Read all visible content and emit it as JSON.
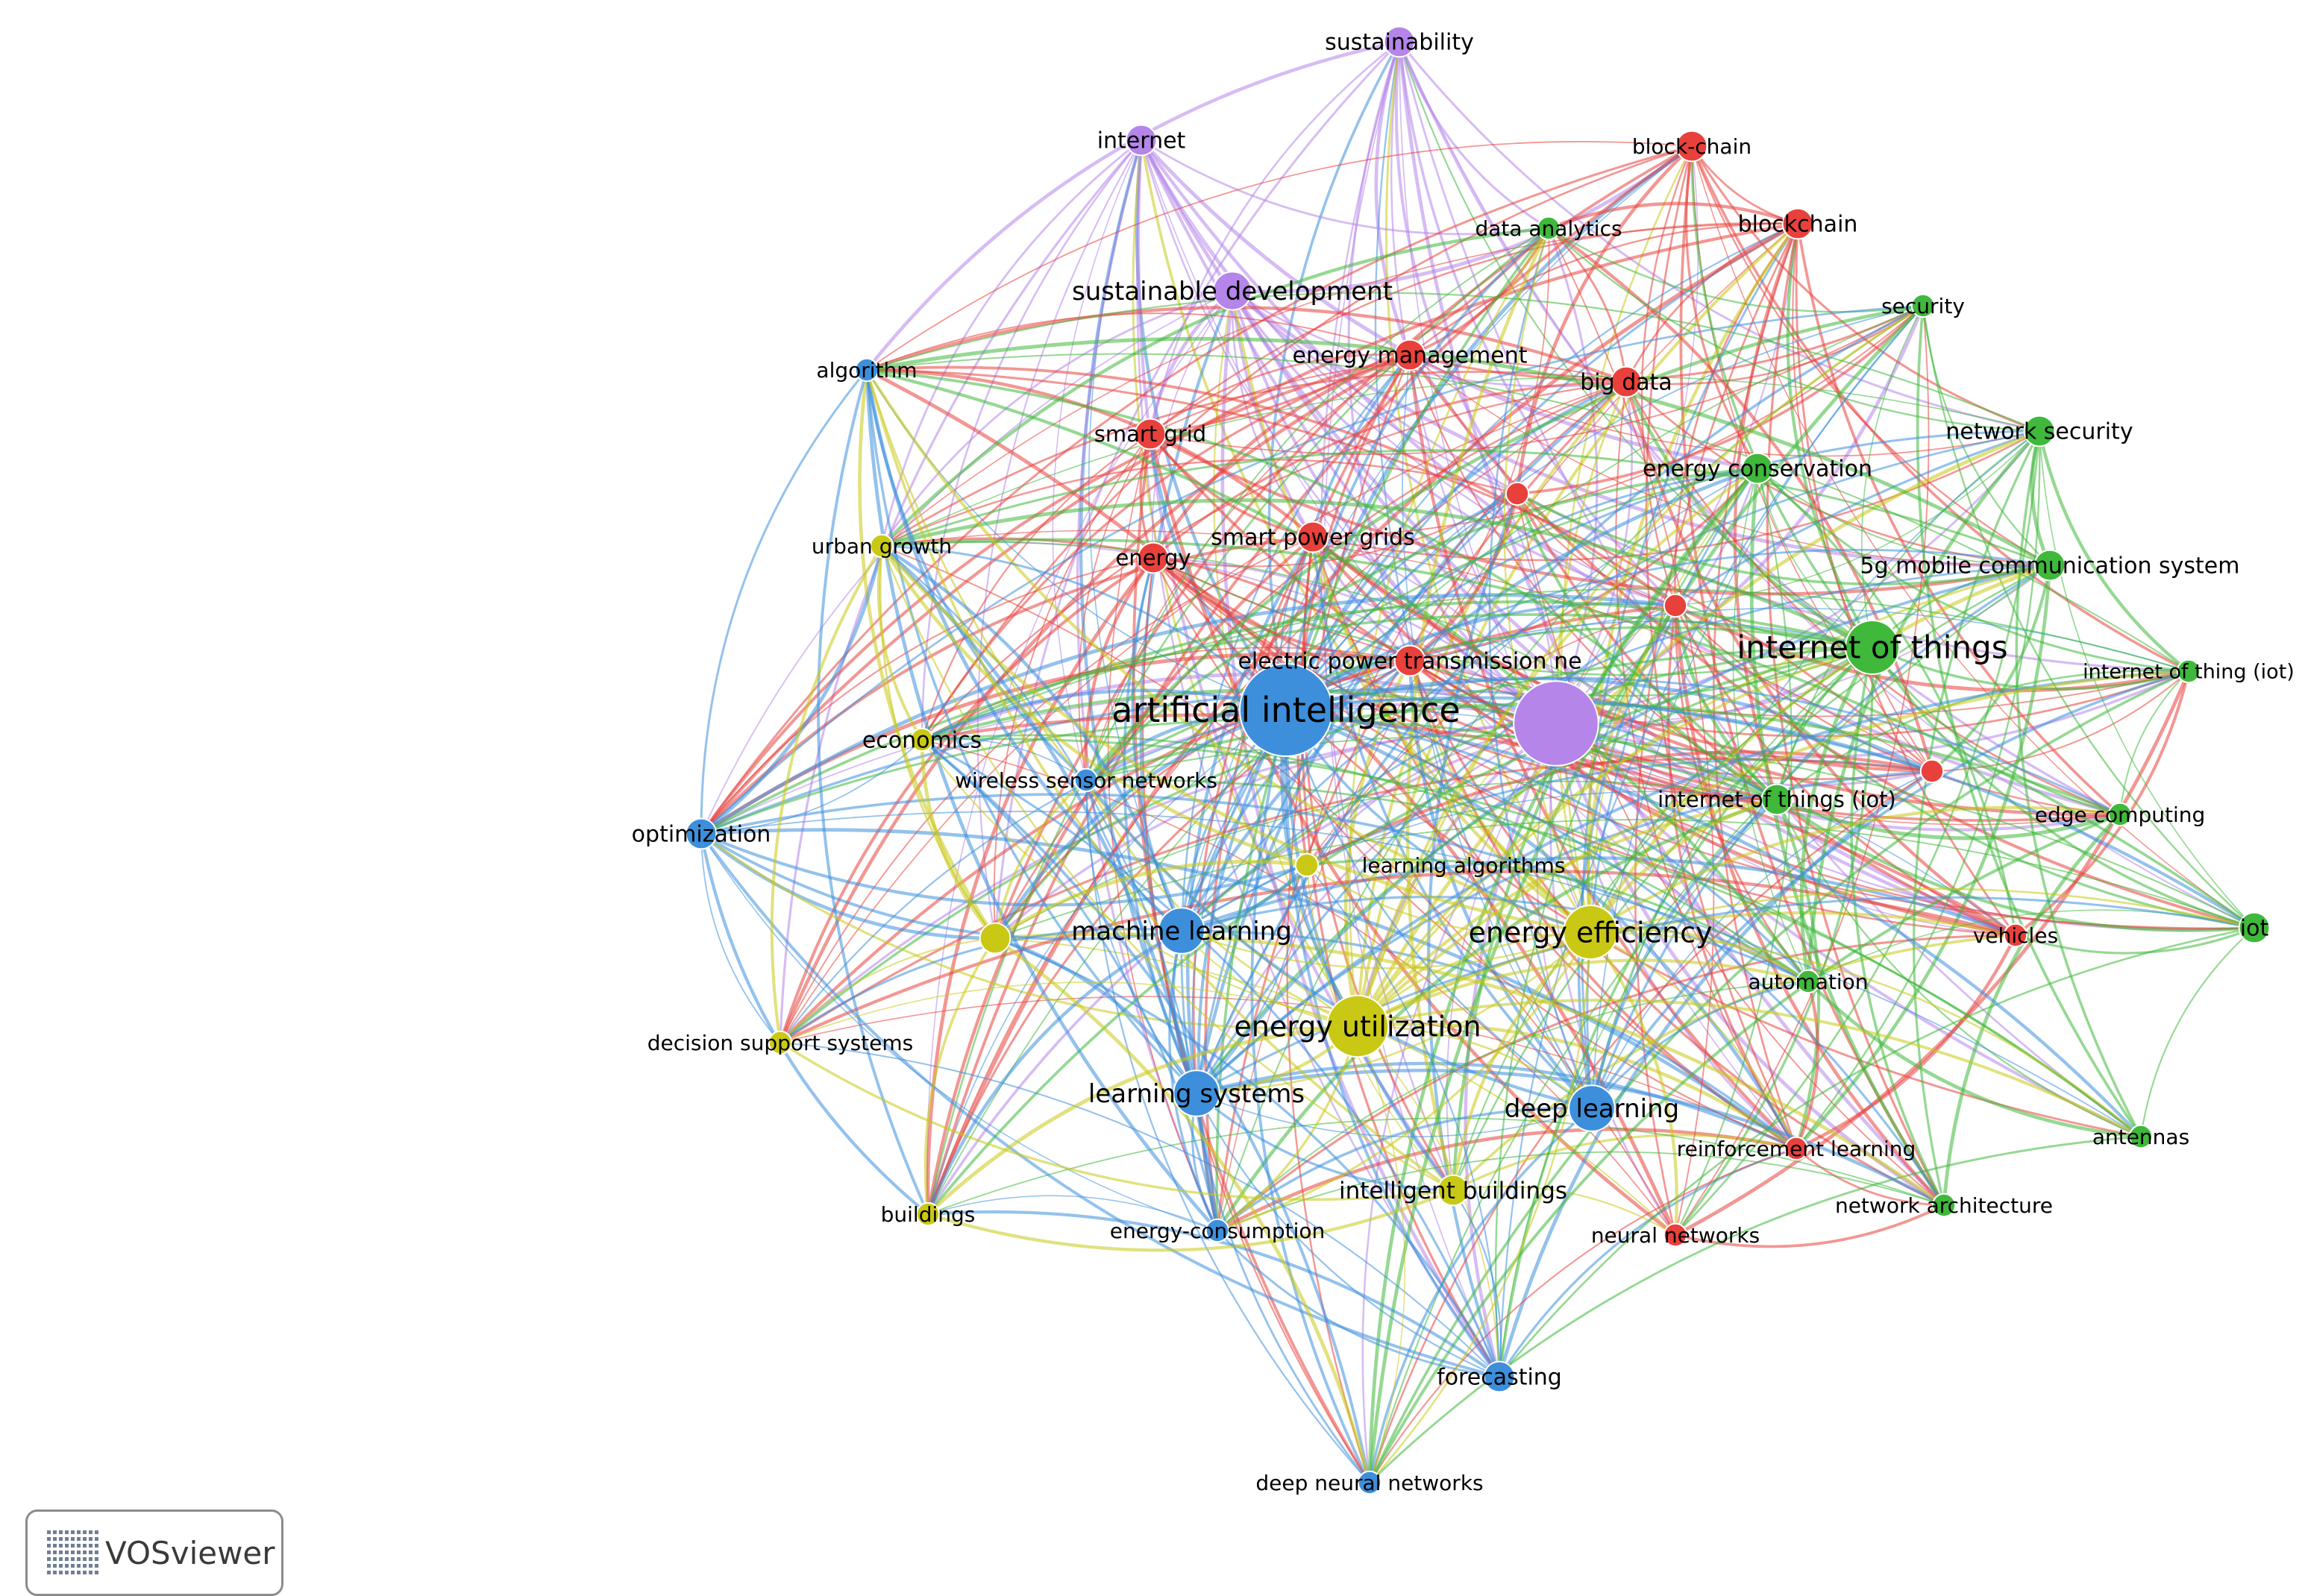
{
  "clusters": {
    "red": "#e8413c",
    "green": "#3fb83b",
    "blue": "#3d8fdc",
    "yellow": "#c9c915",
    "purple": "#b585ea"
  },
  "nodes": [
    {
      "id": "sustainability",
      "label": "sustainability",
      "cluster": "purple",
      "weight": 2
    },
    {
      "id": "internet",
      "label": "internet",
      "cluster": "purple",
      "weight": 2
    },
    {
      "id": "sustainable-development",
      "label": "sustainable development",
      "cluster": "purple",
      "weight": 3
    },
    {
      "id": "purple-hub",
      "label": "",
      "cluster": "purple",
      "weight": 9
    },
    {
      "id": "block-chain",
      "label": "block-chain",
      "cluster": "red",
      "weight": 2
    },
    {
      "id": "blockchain",
      "label": "blockchain",
      "cluster": "red",
      "weight": 2
    },
    {
      "id": "energy-management",
      "label": "energy management",
      "cluster": "red",
      "weight": 2
    },
    {
      "id": "big-data",
      "label": "big data",
      "cluster": "red",
      "weight": 2
    },
    {
      "id": "smart-grid",
      "label": "smart grid",
      "cluster": "red",
      "weight": 2
    },
    {
      "id": "energy",
      "label": "energy",
      "cluster": "red",
      "weight": 2
    },
    {
      "id": "smart-power-grids",
      "label": "smart power grids",
      "cluster": "red",
      "weight": 2
    },
    {
      "id": "electric-power-transmission",
      "label": "electric power transmission ne",
      "cluster": "red",
      "weight": 2
    },
    {
      "id": "red-node-a",
      "label": "",
      "cluster": "red",
      "weight": 1
    },
    {
      "id": "red-node-b",
      "label": "",
      "cluster": "red",
      "weight": 1
    },
    {
      "id": "red-node-c",
      "label": "",
      "cluster": "red",
      "weight": 1
    },
    {
      "id": "reinforcement-learning",
      "label": "reinforcement learning",
      "cluster": "red",
      "weight": 1
    },
    {
      "id": "neural-networks",
      "label": "neural networks",
      "cluster": "red",
      "weight": 1
    },
    {
      "id": "vehicles",
      "label": "vehicles",
      "cluster": "red",
      "weight": 1
    },
    {
      "id": "data-analytics",
      "label": "data analytics",
      "cluster": "green",
      "weight": 1
    },
    {
      "id": "security",
      "label": "security",
      "cluster": "green",
      "weight": 1
    },
    {
      "id": "network-security",
      "label": "network security",
      "cluster": "green",
      "weight": 2
    },
    {
      "id": "energy-conservation",
      "label": "energy conservation",
      "cluster": "green",
      "weight": 2
    },
    {
      "id": "5g",
      "label": "5g mobile communication system",
      "cluster": "green",
      "weight": 2
    },
    {
      "id": "internet-of-things",
      "label": "internet of things",
      "cluster": "green",
      "weight": 5
    },
    {
      "id": "internet-of-thing-iot",
      "label": "internet of thing (iot)",
      "cluster": "green",
      "weight": 1
    },
    {
      "id": "internet-of-things-iot",
      "label": "internet of things (iot)",
      "cluster": "green",
      "weight": 2
    },
    {
      "id": "edge-computing",
      "label": "edge computing",
      "cluster": "green",
      "weight": 1
    },
    {
      "id": "iot",
      "label": "iot",
      "cluster": "green",
      "weight": 2
    },
    {
      "id": "automation",
      "label": "automation",
      "cluster": "green",
      "weight": 1
    },
    {
      "id": "antennas",
      "label": "antennas",
      "cluster": "green",
      "weight": 1
    },
    {
      "id": "network-architecture",
      "label": "network architecture",
      "cluster": "green",
      "weight": 1
    },
    {
      "id": "algorithm",
      "label": "algorithm",
      "cluster": "blue",
      "weight": 1
    },
    {
      "id": "optimization",
      "label": "optimization",
      "cluster": "blue",
      "weight": 2
    },
    {
      "id": "artificial-intelligence",
      "label": "artificial intelligence",
      "cluster": "blue",
      "weight": 10
    },
    {
      "id": "wireless-sensor-networks",
      "label": "wireless sensor networks",
      "cluster": "blue",
      "weight": 1
    },
    {
      "id": "machine-learning",
      "label": "machine learning",
      "cluster": "blue",
      "weight": 4
    },
    {
      "id": "learning-systems",
      "label": "learning systems",
      "cluster": "blue",
      "weight": 4
    },
    {
      "id": "deep-learning",
      "label": "deep learning",
      "cluster": "blue",
      "weight": 4
    },
    {
      "id": "energy-consumption",
      "label": "energy-consumption",
      "cluster": "blue",
      "weight": 1
    },
    {
      "id": "forecasting",
      "label": "forecasting",
      "cluster": "blue",
      "weight": 2
    },
    {
      "id": "deep-neural-networks",
      "label": "deep neural networks",
      "cluster": "blue",
      "weight": 1
    },
    {
      "id": "urban-growth",
      "label": "urban growth",
      "cluster": "yellow",
      "weight": 1
    },
    {
      "id": "economics",
      "label": "economics",
      "cluster": "yellow",
      "weight": 1
    },
    {
      "id": "learning-algorithms",
      "label": "learning algorithms",
      "cluster": "yellow",
      "weight": 1
    },
    {
      "id": "yellow-node-a",
      "label": "",
      "cluster": "yellow",
      "weight": 2
    },
    {
      "id": "energy-efficiency",
      "label": "energy efficiency",
      "cluster": "yellow",
      "weight": 5
    },
    {
      "id": "energy-utilization",
      "label": "energy utilization",
      "cluster": "yellow",
      "weight": 6
    },
    {
      "id": "decision-support-systems",
      "label": "decision support systems",
      "cluster": "yellow",
      "weight": 1
    },
    {
      "id": "buildings",
      "label": "buildings",
      "cluster": "yellow",
      "weight": 1
    },
    {
      "id": "intelligent-buildings",
      "label": "intelligent buildings",
      "cluster": "yellow",
      "weight": 2
    }
  ],
  "badge": {
    "name": "VOSviewer"
  }
}
